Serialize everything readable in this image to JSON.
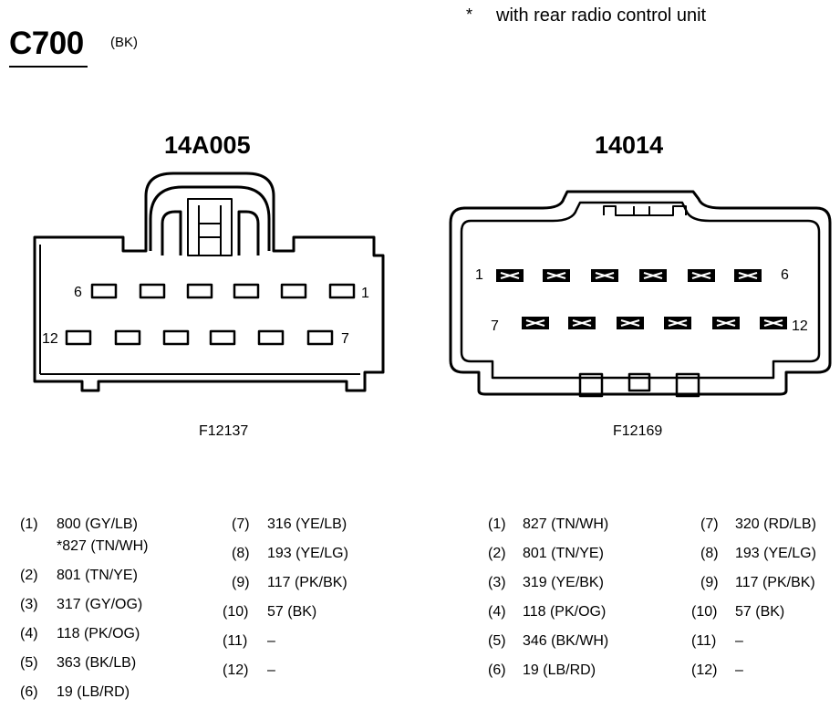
{
  "header": {
    "connector_id": "C700",
    "connector_color": "(BK)",
    "note_marker": "*",
    "note_text": "with rear radio control unit"
  },
  "left_connector": {
    "part_number": "14A005",
    "figure_id": "F12137",
    "pin_labels": {
      "top_left": "6",
      "top_right": "1",
      "bottom_left": "12",
      "bottom_right": "7"
    },
    "pins_col1": [
      {
        "num": "(1)",
        "value": "800 (GY/LB)",
        "value2": "*827 (TN/WH)"
      },
      {
        "num": "(2)",
        "value": "801 (TN/YE)"
      },
      {
        "num": "(3)",
        "value": "317 (GY/OG)"
      },
      {
        "num": "(4)",
        "value": "118 (PK/OG)"
      },
      {
        "num": "(5)",
        "value": "363 (BK/LB)"
      },
      {
        "num": "(6)",
        "value": "19 (LB/RD)"
      }
    ],
    "pins_col2": [
      {
        "num": "(7)",
        "value": "316 (YE/LB)"
      },
      {
        "num": "(8)",
        "value": "193 (YE/LG)"
      },
      {
        "num": "(9)",
        "value": "117 (PK/BK)"
      },
      {
        "num": "(10)",
        "value": "57 (BK)"
      },
      {
        "num": "(11)",
        "value": "–"
      },
      {
        "num": "(12)",
        "value": "–"
      }
    ]
  },
  "right_connector": {
    "part_number": "14014",
    "figure_id": "F12169",
    "pin_labels": {
      "top_left": "1",
      "top_right": "6",
      "bottom_left": "7",
      "bottom_right": "12"
    },
    "pins_col1": [
      {
        "num": "(1)",
        "value": "827 (TN/WH)"
      },
      {
        "num": "(2)",
        "value": "801 (TN/YE)"
      },
      {
        "num": "(3)",
        "value": "319 (YE/BK)"
      },
      {
        "num": "(4)",
        "value": "118 (PK/OG)"
      },
      {
        "num": "(5)",
        "value": "346 (BK/WH)"
      },
      {
        "num": "(6)",
        "value": "19 (LB/RD)"
      }
    ],
    "pins_col2": [
      {
        "num": "(7)",
        "value": "320 (RD/LB)"
      },
      {
        "num": "(8)",
        "value": "193 (YE/LG)"
      },
      {
        "num": "(9)",
        "value": "117 (PK/BK)"
      },
      {
        "num": "(10)",
        "value": "57 (BK)"
      },
      {
        "num": "(11)",
        "value": "–"
      },
      {
        "num": "(12)",
        "value": "–"
      }
    ]
  }
}
